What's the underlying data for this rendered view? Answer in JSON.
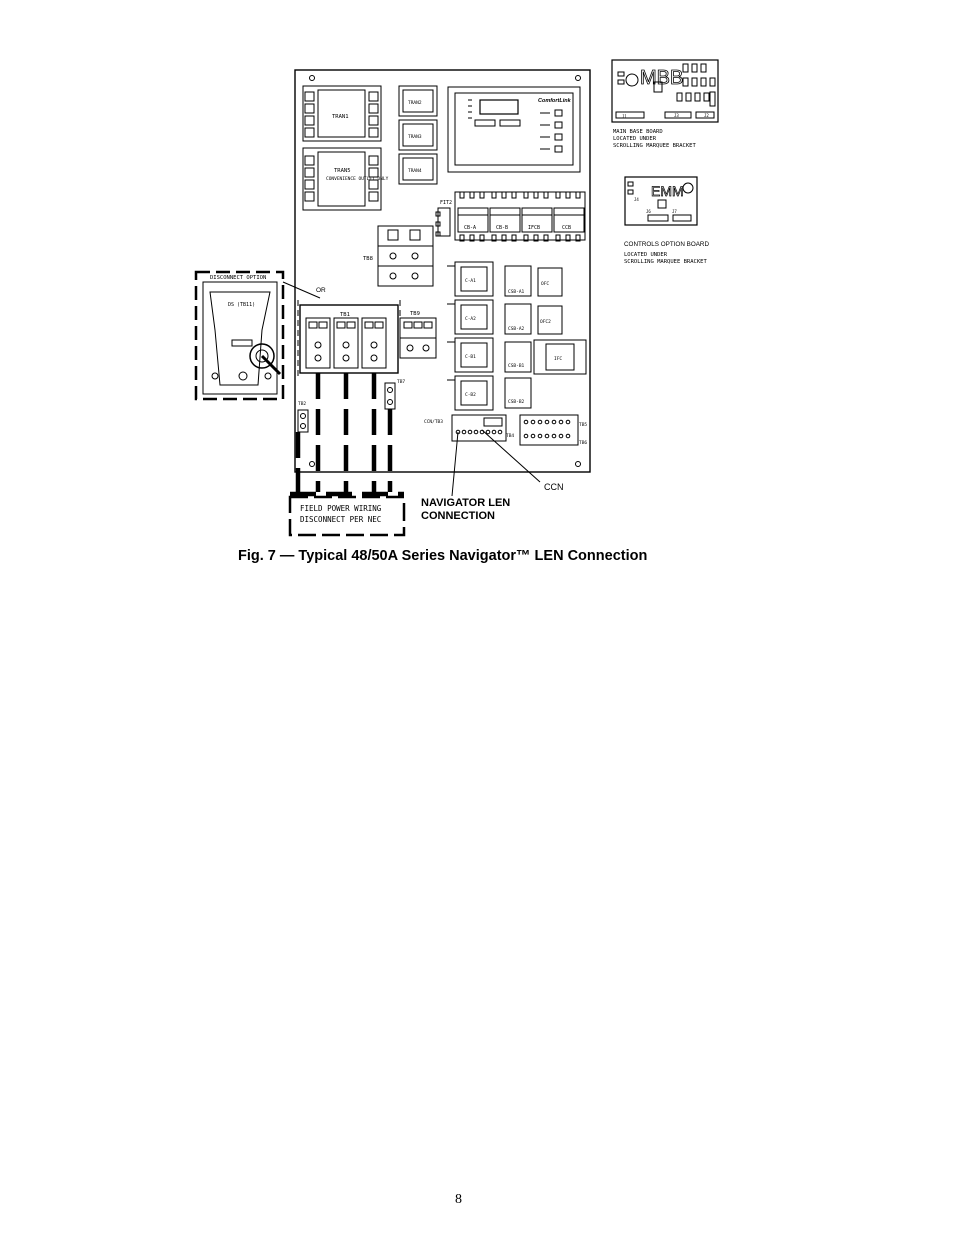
{
  "labels": {
    "tran1": "TRAN1",
    "tran2": "TRAN2",
    "tran3": "TRAN3",
    "tran4": "TRAN4",
    "tran5": "TRAN5",
    "convenience_outlet": "CONVENIENCE OUTLET ONLY",
    "comfortlink": "ComfortLink",
    "fit2": "FIT2",
    "cb_a": "CB-A",
    "cb_b": "CB-B",
    "ifcb": "IFCB",
    "ccb": "CCB",
    "tb8": "TB8",
    "or": "OR",
    "tb1": "TB1",
    "tb9": "TB9",
    "tb7": "TB7",
    "tb2": "TB2",
    "ds_tb11": "DS (TB11)",
    "disconnect_option": "DISCONNECT OPTION",
    "csb_a1": "CSB-A1",
    "csb_a2": "CSB-A2",
    "csb_b1": "CSB-B1",
    "csb_b2": "CSB-B2",
    "c_a1": "C-A1",
    "c_a2": "C-A2",
    "c_b1": "C-B1",
    "c_b2": "C-B2",
    "ofc": "OFC",
    "ofc2": "OFC2",
    "ifc": "IFC",
    "ccn_tb3": "CCN/TB3",
    "tb4": "TB4",
    "tb5": "TB5",
    "tb6": "TB6",
    "ccn": "CCN",
    "navigator_line1": "NAVIGATOR LEN",
    "navigator_line2": "CONNECTION",
    "field_wiring_line1": "FIELD POWER WIRING",
    "field_wiring_line2": "DISCONNECT PER NEC",
    "mbb": "MBB",
    "j1": "J1",
    "j2": "J2",
    "j3": "J3",
    "mbb_note1": "MAIN BASE BOARD",
    "mbb_note2": "LOCATED UNDER",
    "mbb_note3": "SCROLLING MARQUEE BRACKET",
    "emm": "EMM",
    "j4": "J4",
    "j6": "J6",
    "j7": "J7",
    "cob_note1": "CONTROLS OPTION BOARD",
    "cob_note2": "LOCATED UNDER",
    "cob_note3": "SCROLLING MARQUEE BRACKET"
  },
  "caption": "Fig. 7 — Typical 48/50A Series Navigator™ LEN Connection",
  "page_number": "8"
}
